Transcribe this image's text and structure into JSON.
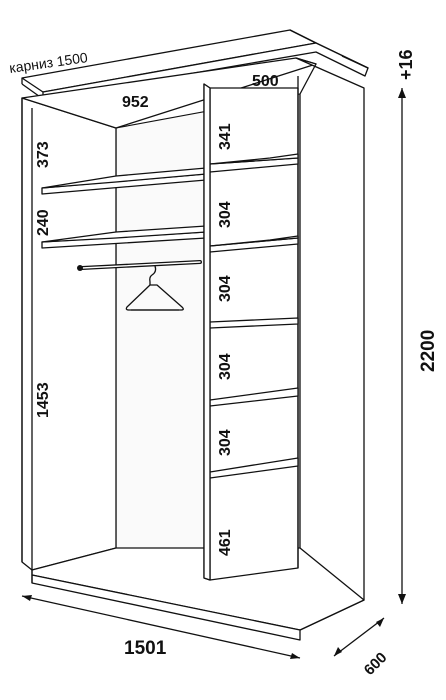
{
  "cornice_label": "карниз 1500",
  "dims": {
    "top_width": "952",
    "top_right": "500",
    "height_extra": "+16",
    "height": "2200",
    "width": "1501",
    "depth": "600",
    "left_upper": "373",
    "left_mid": "240",
    "left_lower": "1453",
    "right_1": "341",
    "right_2": "304",
    "right_3": "304",
    "right_4": "304",
    "right_5": "304",
    "right_6": "461"
  }
}
